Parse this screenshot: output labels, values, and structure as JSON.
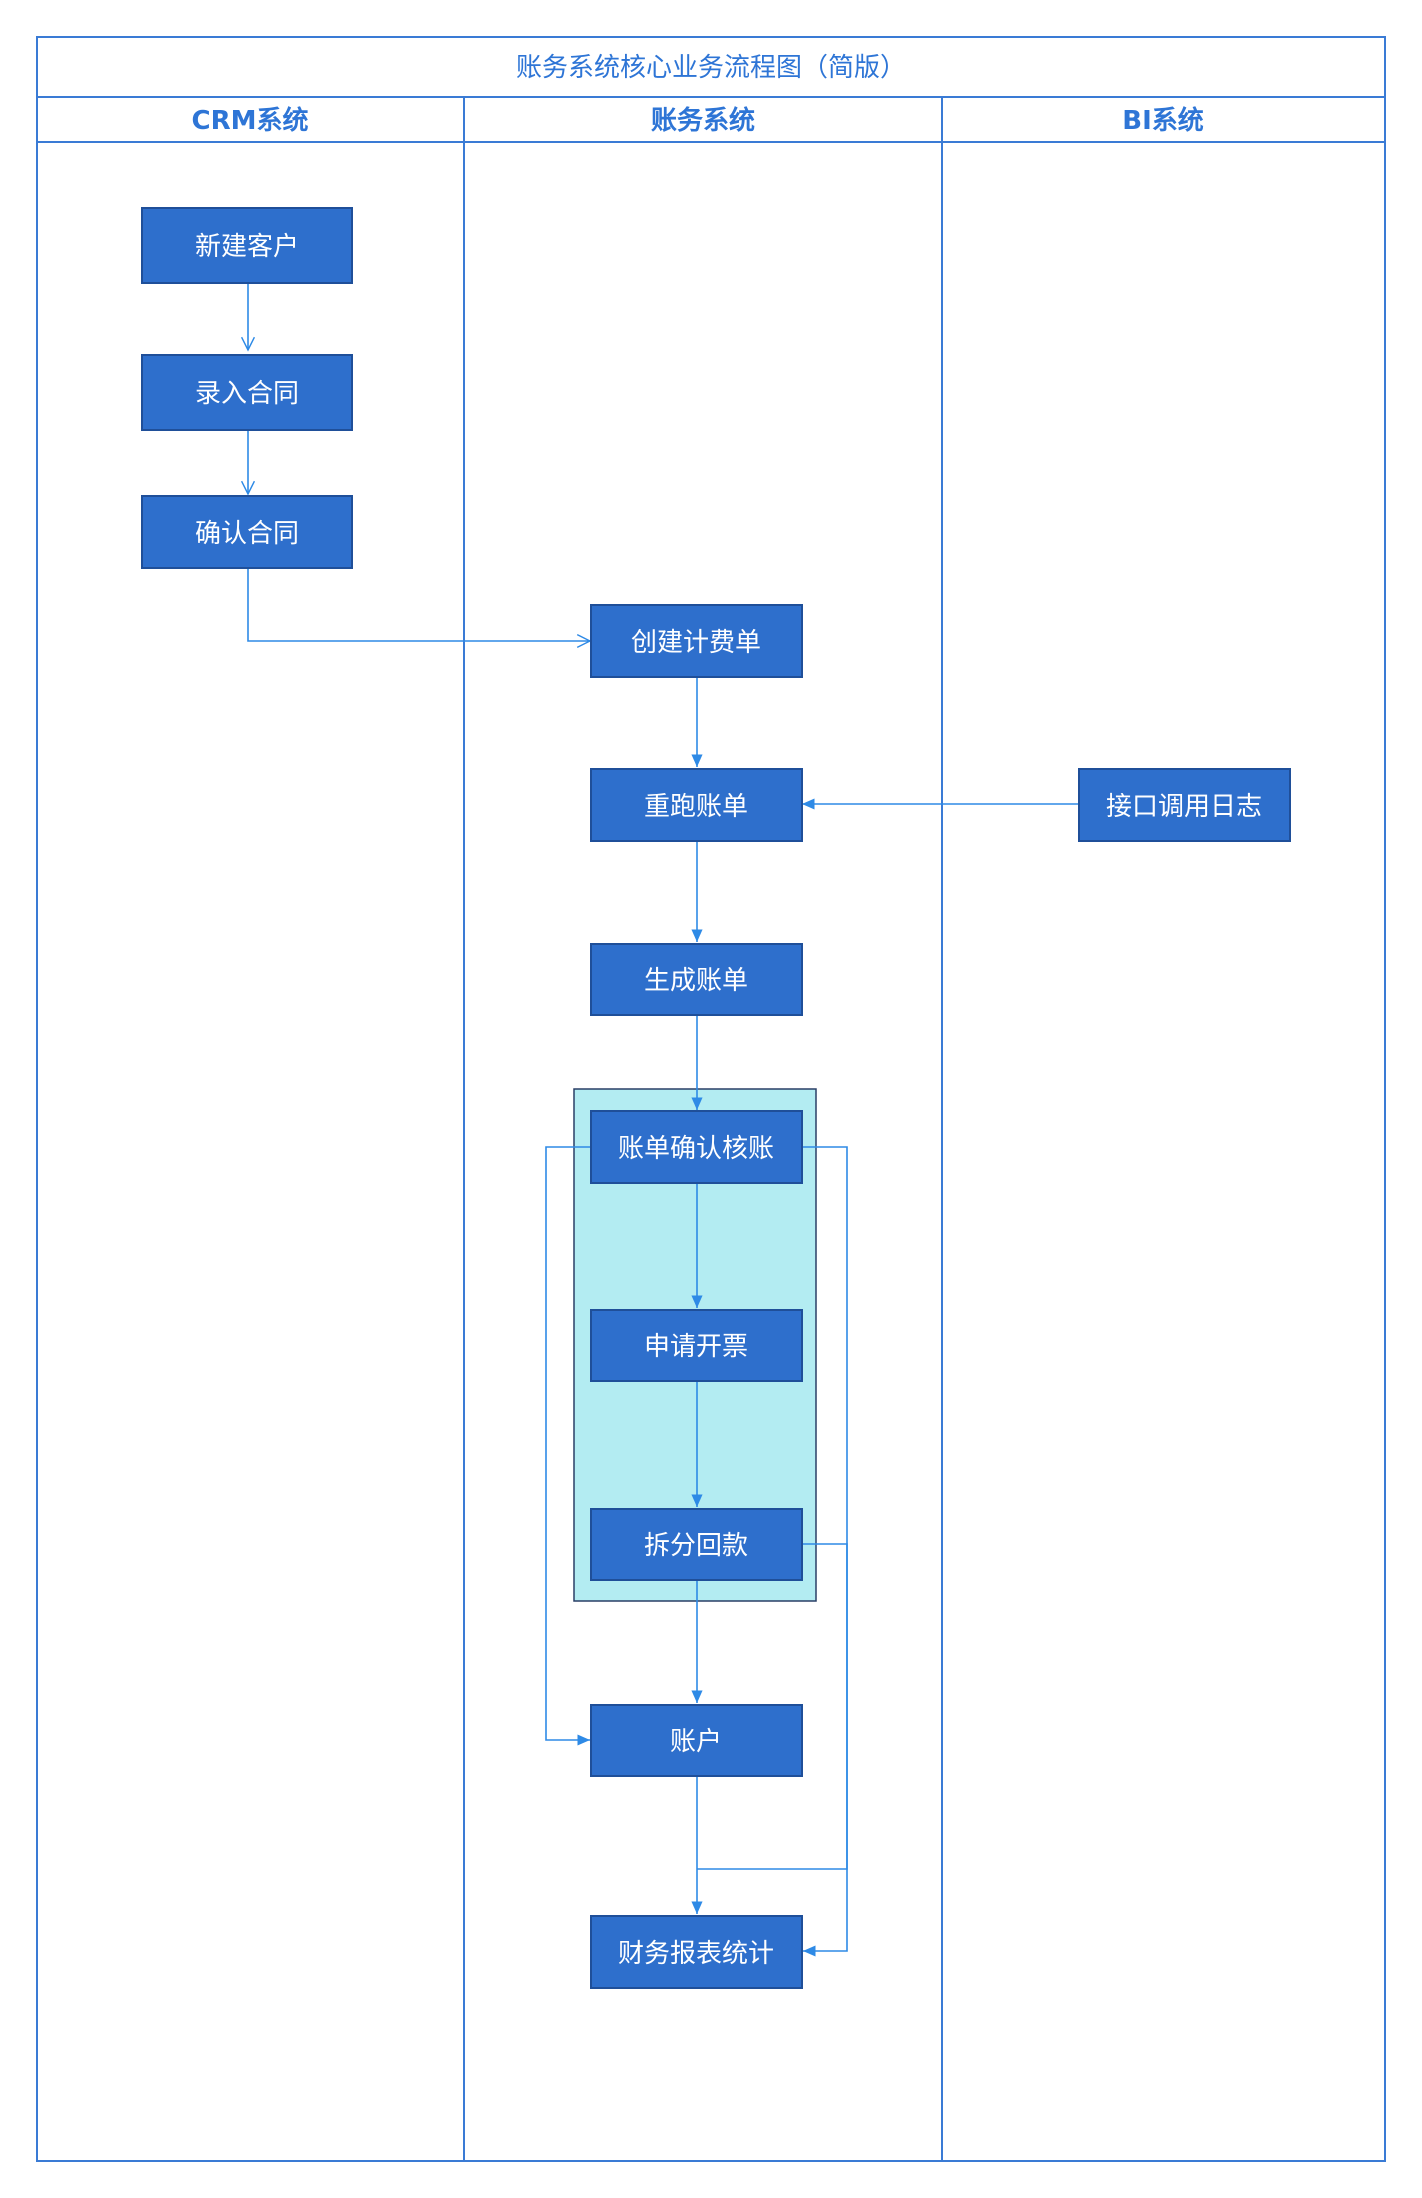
{
  "title": "账务系统核心业务流程图（简版）",
  "lanes": [
    {
      "id": "crm",
      "label": "CRM系统"
    },
    {
      "id": "billing",
      "label": "账务系统"
    },
    {
      "id": "bi",
      "label": "BI系统"
    }
  ],
  "nodes": [
    {
      "id": "new_customer",
      "label": "新建客户",
      "lane": "crm"
    },
    {
      "id": "enter_contract",
      "label": "录入合同",
      "lane": "crm"
    },
    {
      "id": "confirm_contract",
      "label": "确认合同",
      "lane": "crm"
    },
    {
      "id": "create_charge",
      "label": "创建计费单",
      "lane": "billing"
    },
    {
      "id": "rerun_bill",
      "label": "重跑账单",
      "lane": "billing"
    },
    {
      "id": "api_log",
      "label": "接口调用日志",
      "lane": "bi"
    },
    {
      "id": "generate_bill",
      "label": "生成账单",
      "lane": "billing"
    },
    {
      "id": "bill_reconcile",
      "label": "账单确认核账",
      "lane": "billing"
    },
    {
      "id": "apply_invoice",
      "label": "申请开票",
      "lane": "billing"
    },
    {
      "id": "split_payment",
      "label": "拆分回款",
      "lane": "billing"
    },
    {
      "id": "account",
      "label": "账户",
      "lane": "billing"
    },
    {
      "id": "finance_report",
      "label": "财务报表统计",
      "lane": "billing"
    }
  ],
  "group": {
    "id": "reconcile_group",
    "members": [
      "bill_reconcile",
      "apply_invoice",
      "split_payment"
    ],
    "fill": "#b3ecf2"
  },
  "edges": [
    {
      "from": "new_customer",
      "to": "enter_contract"
    },
    {
      "from": "enter_contract",
      "to": "confirm_contract"
    },
    {
      "from": "confirm_contract",
      "to": "create_charge"
    },
    {
      "from": "create_charge",
      "to": "rerun_bill"
    },
    {
      "from": "api_log",
      "to": "rerun_bill"
    },
    {
      "from": "rerun_bill",
      "to": "generate_bill"
    },
    {
      "from": "generate_bill",
      "to": "bill_reconcile"
    },
    {
      "from": "bill_reconcile",
      "to": "apply_invoice"
    },
    {
      "from": "apply_invoice",
      "to": "split_payment"
    },
    {
      "from": "split_payment",
      "to": "account"
    },
    {
      "from": "bill_reconcile",
      "to": "account"
    },
    {
      "from": "account",
      "to": "finance_report"
    },
    {
      "from": "bill_reconcile",
      "to": "finance_report"
    },
    {
      "from": "split_payment",
      "to": "finance_report"
    }
  ],
  "colors": {
    "frame": "#3a7bd5",
    "node_fill": "#2e6fcc",
    "node_border": "#1f4f99",
    "edge": "#2e8ae6",
    "group_fill": "#b3ecf2"
  }
}
